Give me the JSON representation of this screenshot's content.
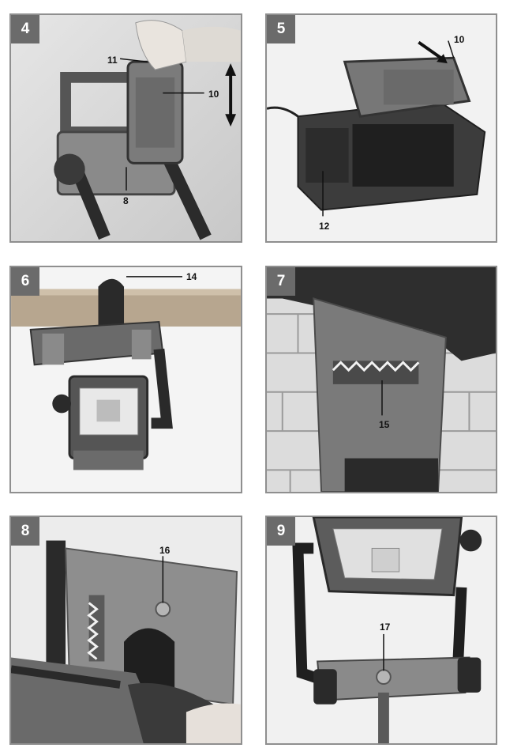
{
  "figures": [
    {
      "number": "4",
      "callouts": [
        "11",
        "10",
        "8"
      ]
    },
    {
      "number": "5",
      "callouts": [
        "10",
        "12"
      ]
    },
    {
      "number": "6",
      "callouts": [
        "14"
      ]
    },
    {
      "number": "7",
      "callouts": [
        "15"
      ]
    },
    {
      "number": "8",
      "callouts": [
        "16"
      ]
    },
    {
      "number": "9",
      "callouts": [
        "17"
      ]
    }
  ]
}
